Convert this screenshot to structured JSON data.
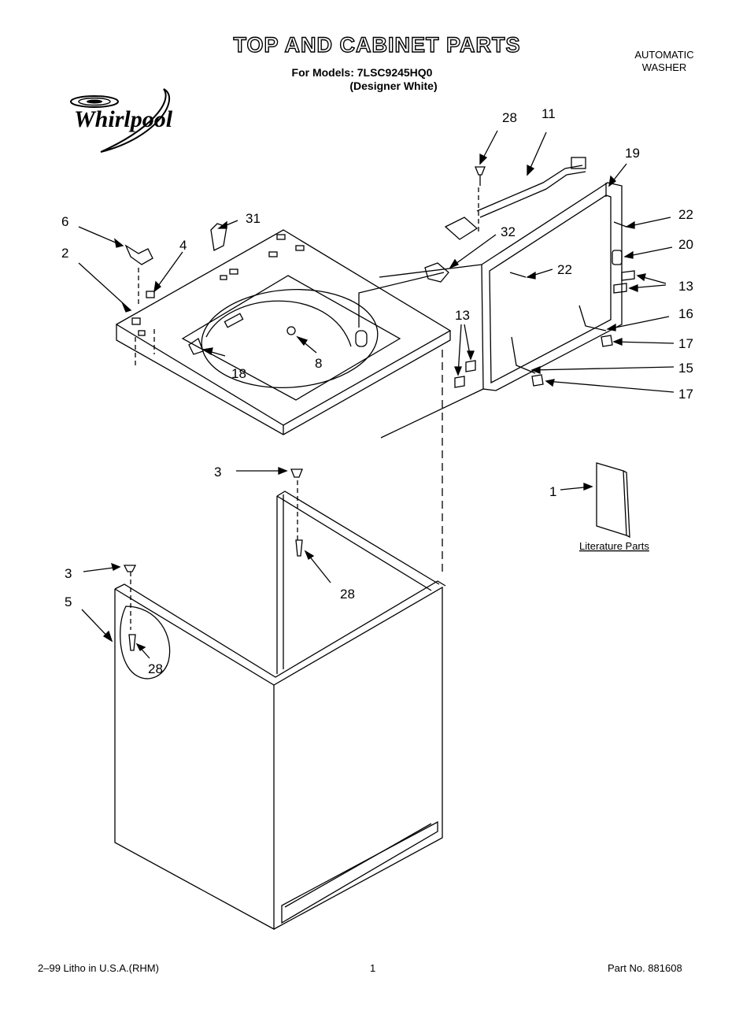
{
  "header": {
    "title": "TOP AND CABINET PARTS",
    "models_line": "For Models: 7LSC9245HQ0",
    "variant": "(Designer White)",
    "product_type_line1": "AUTOMATIC",
    "product_type_line2": "WASHER"
  },
  "brand": {
    "logo_text": "Whirlpool"
  },
  "callouts": {
    "c1": "1",
    "c2": "2",
    "c3a": "3",
    "c3b": "3",
    "c4": "4",
    "c5": "5",
    "c6": "6",
    "c8": "8",
    "c11": "11",
    "c13a": "13",
    "c13b": "13",
    "c15": "15",
    "c16": "16",
    "c17a": "17",
    "c17b": "17",
    "c18": "18",
    "c19": "19",
    "c20": "20",
    "c22a": "22",
    "c22b": "22",
    "c28a": "28",
    "c28b": "28",
    "c28c": "28",
    "c31": "31",
    "c32": "32"
  },
  "literature_label": "Literature Parts",
  "footer": {
    "left": "2–99 Litho in U.S.A.(RHM)",
    "page": "1",
    "part_number": "Part No. 881608"
  }
}
